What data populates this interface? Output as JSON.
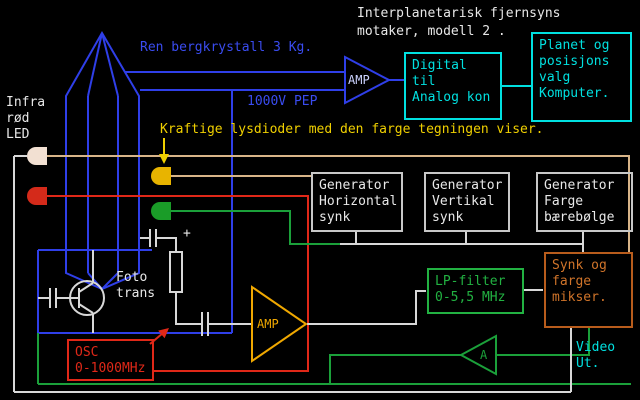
{
  "colors": {
    "background": "#000000",
    "cyan": "#00e0e0",
    "blue": "#3a4cf0",
    "white": "#e8e8e8",
    "yellow": "#f0d000",
    "amber": "#f0a800",
    "green": "#22b242",
    "red": "#e02818",
    "orange": "#c06018",
    "tan": "#d8b488"
  },
  "title": {
    "line1": "Interplanetarisk fjernsyns",
    "line2": "motaker, modell 2 ."
  },
  "annotations": {
    "crystal_label": "Ren bergkrystall 3 Kg.",
    "pep_label": "1000V PEP",
    "led_caption": "Kraftige lysdioder med den farge tegningen viser.",
    "infra_led_label": [
      "Infra",
      "rød",
      "LED"
    ],
    "foto_label": [
      "Foto",
      "trans"
    ],
    "plus_sign": "+",
    "video_out": [
      "Video",
      "Ut."
    ]
  },
  "boxes": {
    "planet_computer": {
      "lines": [
        "Planet og",
        "posisjons",
        "valg",
        "Komputer."
      ]
    },
    "dac": {
      "lines": [
        "Digital",
        "til",
        "Analog kon"
      ]
    },
    "gen_horizontal": {
      "lines": [
        "Generator",
        "Horizontal",
        "synk"
      ]
    },
    "gen_vertical": {
      "lines": [
        "Generator",
        "Vertikal",
        "synk"
      ]
    },
    "gen_color": {
      "lines": [
        "Generator",
        "Farge",
        "bærebølge"
      ]
    },
    "lp_filter": {
      "lines": [
        "LP-filter",
        "0-5,5 MHz"
      ]
    },
    "sync_mixer": {
      "lines": [
        "Synk og",
        "farge",
        "mikser."
      ]
    },
    "osc": {
      "lines": [
        "OSC",
        "0-1000MHz"
      ]
    }
  },
  "amplifiers": {
    "blue_amp": "AMP",
    "yellow_amp": "AMP",
    "green_amp": "A"
  }
}
